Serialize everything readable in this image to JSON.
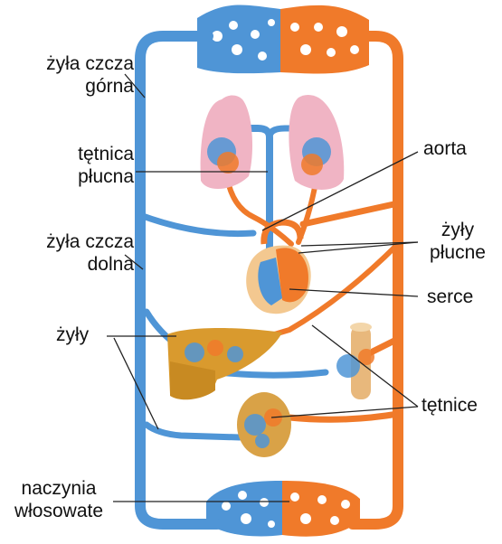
{
  "labels": {
    "vena_cava_superior": [
      "żyła czcza",
      "górna"
    ],
    "pulmonary_artery": [
      "tętnica",
      "płucna"
    ],
    "vena_cava_inferior": [
      "żyła czcza",
      "dolna"
    ],
    "veins": "żyły",
    "capillaries": [
      "naczynia",
      "włosowate"
    ],
    "aorta": "aorta",
    "pulmonary_veins": [
      "żyły",
      "płucne"
    ],
    "heart": "serce",
    "arteries": "tętnice"
  },
  "colors": {
    "deoxygenated_blood": "#4f95d6",
    "oxygenated_blood": "#f07a2a",
    "lungs": "#f0b4c4",
    "liver": "#d99a2e",
    "heart": "#f3c890",
    "label_text": "#111111",
    "leader_line": "#222222"
  }
}
